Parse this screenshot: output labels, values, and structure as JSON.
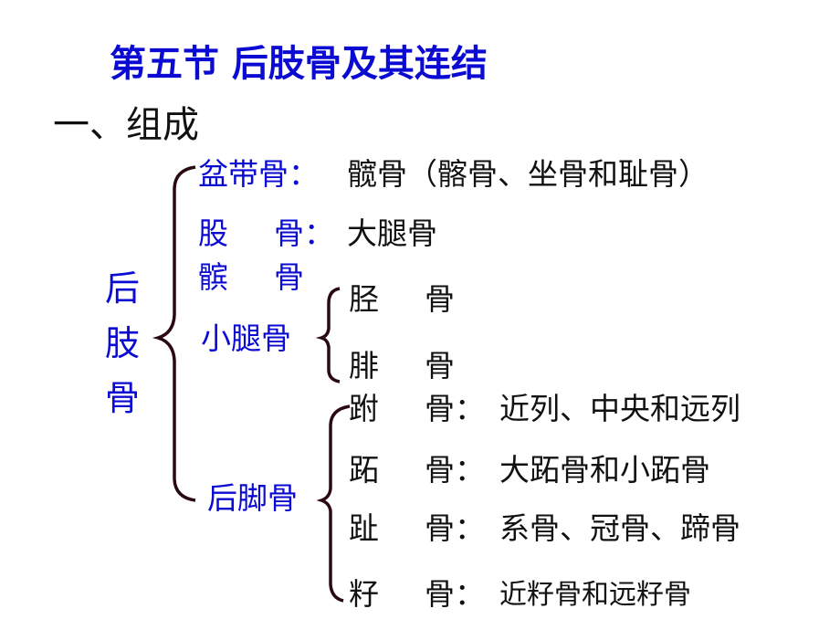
{
  "title": "第五节 后肢骨及其连结",
  "section": "一、组成",
  "root": "后肢骨",
  "groups": {
    "pelvic": {
      "label": "盆带骨：",
      "value": "髋骨（髂骨、坐骨和耻骨）"
    },
    "femur": {
      "label_a": "股",
      "label_b": "骨：",
      "value": "大腿骨"
    },
    "patella": {
      "label_a": "髌",
      "label_b": "骨"
    },
    "lower_leg": {
      "label": "小腿骨",
      "items": [
        {
          "a": "胫",
          "b": "骨"
        },
        {
          "a": "腓",
          "b": "骨"
        }
      ]
    },
    "foot": {
      "label": "后脚骨",
      "items": [
        {
          "a": "跗",
          "b": "骨：",
          "value": "近列、中央和远列"
        },
        {
          "a": "跖",
          "b": "骨：",
          "value": "大跖骨和小跖骨"
        },
        {
          "a": "趾",
          "b": "骨：",
          "value": "系骨、冠骨、蹄骨"
        },
        {
          "a": "籽",
          "b": "骨：",
          "value": "近籽骨和远籽骨"
        }
      ]
    }
  }
}
